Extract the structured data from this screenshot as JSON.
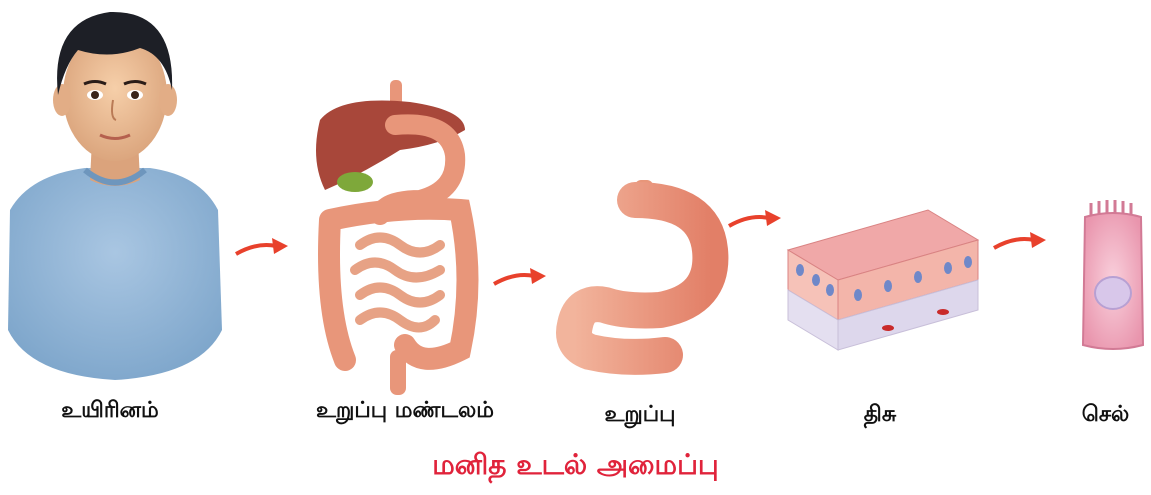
{
  "stages": [
    {
      "label": "உயிரினம்",
      "icon": "child-organism-icon"
    },
    {
      "label": "உறுப்பு மண்டலம்",
      "icon": "digestive-system-icon"
    },
    {
      "label": "உறுப்பு",
      "icon": "stomach-organ-icon"
    },
    {
      "label": "திசு",
      "icon": "tissue-block-icon"
    },
    {
      "label": "செல்",
      "icon": "cell-icon"
    }
  ],
  "caption": "மனித உடல் அமைப்பு",
  "colors": {
    "arrow": "#e8412c",
    "caption": "#e0233b",
    "skin": "#f2c29a",
    "shirt": "#8fb6d8",
    "organ": "#e8967a",
    "liver": "#a8473a",
    "tissue": "#f0a8a8",
    "cell": "#f4b4c4"
  }
}
